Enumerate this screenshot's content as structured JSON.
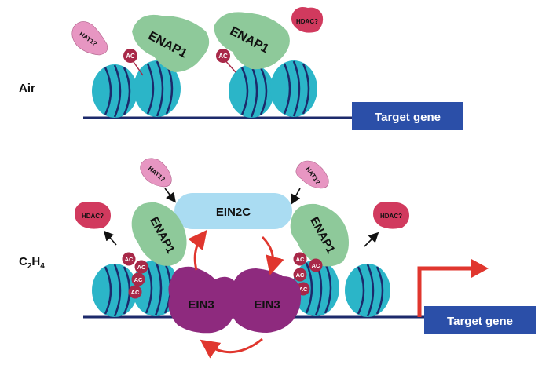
{
  "panels": {
    "air": {
      "label": "Air",
      "enap1_left": "ENAP1",
      "enap1_right": "ENAP1",
      "hat1": "HAT1?",
      "hdac": "HDAC?",
      "ac_left": "AC",
      "ac_right": "AC",
      "target_gene": "Target gene"
    },
    "ethylene": {
      "label_main": "C",
      "label_sub1": "2",
      "label_h": "H",
      "label_sub2": "4",
      "ein2c": "EIN2C",
      "ein3_left": "EIN3",
      "ein3_right": "EIN3",
      "enap1_left": "ENAP1",
      "enap1_right": "ENAP1",
      "hat1_left": "HAT1?",
      "hat1_right": "HAT1?",
      "hdac_left": "HDAC?",
      "hdac_right": "HDAC?",
      "ac": "AC",
      "target_gene": "Target gene"
    }
  },
  "colors": {
    "nucleosome": "#2bb5c8",
    "nucleosome_dark": "#1b8a9e",
    "dna": "#1c2a6b",
    "enap1": "#8ec99a",
    "hat1": "#e796c2",
    "hdac": "#d13a5e",
    "ac": "#a82848",
    "target_gene": "#2b4fa8",
    "ein2c": "#aadcf2",
    "ein3": "#8e2a7e",
    "arrow_red": "#e0362e"
  }
}
